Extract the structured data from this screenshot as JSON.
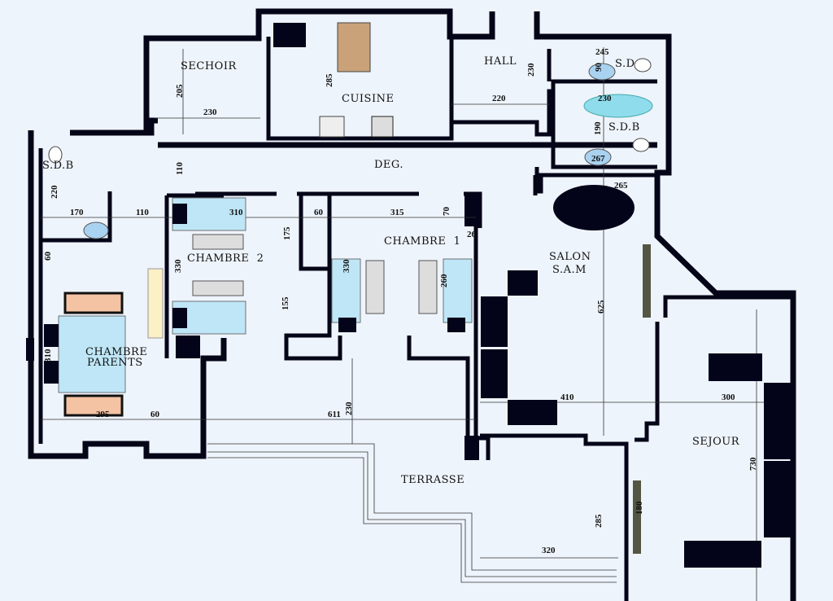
{
  "rooms": {
    "sechoir": "SECHOIR",
    "cuisine": "CUISINE",
    "hall": "HALL",
    "sd": "S.D",
    "sdb_left": "S.D.B",
    "sdb_right": "S.D.B",
    "deg": "DEG.",
    "chambre2": "CHAMBRE  2",
    "chambre1": "CHAMBRE  1",
    "salon": "SALON",
    "sam": "S.A.M",
    "parents1": "CHAMBRE",
    "parents2": "PARENTS",
    "terrasse": "TERRASSE",
    "sejour": "SEJOUR"
  },
  "dimensions": [
    "205",
    "230",
    "285",
    "230",
    "220",
    "245",
    "90",
    "230",
    "190",
    "267",
    "265",
    "110",
    "220",
    "170",
    "110",
    "310",
    "175",
    "60",
    "315",
    "70",
    "26",
    "60",
    "330",
    "155",
    "330",
    "260",
    "310",
    "295",
    "60",
    "611",
    "230",
    "625",
    "410",
    "300",
    "730",
    "285",
    "320",
    "180"
  ],
  "colors": {
    "wall": "#050518",
    "bed": "#bfe6f6",
    "background": "#eef4fb",
    "nightstand": "#f4c3a3"
  }
}
